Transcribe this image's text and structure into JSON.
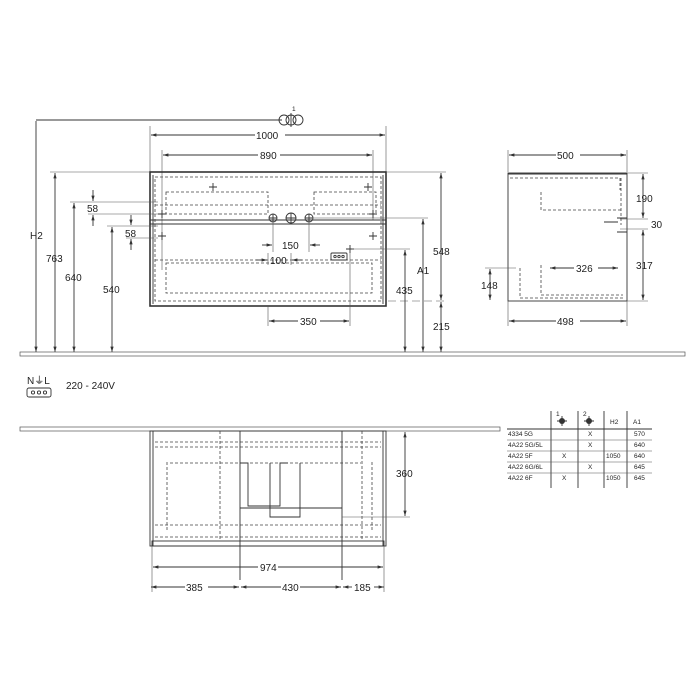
{
  "front_view": {
    "width_outer": "1000",
    "width_inner": "890",
    "label_h2": "H2",
    "height_763": "763",
    "height_640": "640",
    "height_540": "540",
    "offset_58_a": "58",
    "offset_58_b": "58",
    "spacing_150": "150",
    "spacing_100": "100",
    "offset_350": "350",
    "height_435": "435",
    "label_a1": "A1",
    "height_548": "548",
    "height_215": "215",
    "connector_marker": "1"
  },
  "side_view": {
    "depth_top": "500",
    "depth_bottom": "498",
    "height_190": "190",
    "height_30": "30",
    "height_317": "317",
    "height_148": "148",
    "depth_326": "326"
  },
  "electrical": {
    "terminal_label": "N⏚L",
    "voltage": "220 - 240V"
  },
  "top_view": {
    "depth_360": "360",
    "width_974": "974",
    "seg_385": "385",
    "seg_430": "430",
    "seg_185": "185"
  },
  "spec_table": {
    "headers": [
      "",
      "1",
      "2",
      "H2",
      "A1"
    ],
    "rows": [
      {
        "model": "4334 5G",
        "c1": "",
        "c2": "X",
        "h2": "",
        "a1": "570"
      },
      {
        "model": "4A22 5G/5L",
        "c1": "",
        "c2": "X",
        "h2": "",
        "a1": "640"
      },
      {
        "model": "4A22 5F",
        "c1": "X",
        "c2": "",
        "h2": "1050",
        "a1": "640"
      },
      {
        "model": "4A22 6G/6L",
        "c1": "",
        "c2": "X",
        "h2": "",
        "a1": "645"
      },
      {
        "model": "4A22 6F",
        "c1": "X",
        "c2": "",
        "h2": "1050",
        "a1": "645"
      }
    ]
  }
}
